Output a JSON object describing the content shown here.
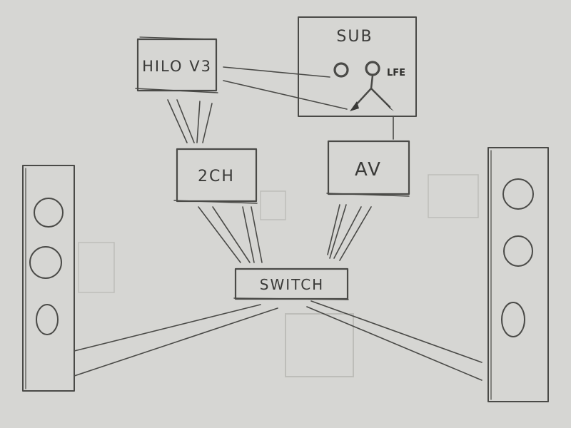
{
  "diagram": {
    "nodes": {
      "hilo": {
        "label": "HILO V3"
      },
      "sub": {
        "label": "SUB",
        "port_label": "LFE"
      },
      "two_ch": {
        "label": "2CH"
      },
      "av": {
        "label": "AV"
      },
      "switch": {
        "label": "SWITCH"
      },
      "left_speaker": {
        "label": ""
      },
      "right_speaker": {
        "label": ""
      }
    },
    "edges": [
      {
        "from": "hilo",
        "to": "sub"
      },
      {
        "from": "hilo",
        "to": "two_ch"
      },
      {
        "from": "av",
        "to": "sub"
      },
      {
        "from": "two_ch",
        "to": "switch"
      },
      {
        "from": "av",
        "to": "switch"
      },
      {
        "from": "switch",
        "to": "left_speaker"
      },
      {
        "from": "switch",
        "to": "right_speaker"
      }
    ]
  },
  "colors": {
    "paper": "#d6d6d3",
    "pencil": "#4a4a47",
    "shadow": "#bdbdb9"
  }
}
